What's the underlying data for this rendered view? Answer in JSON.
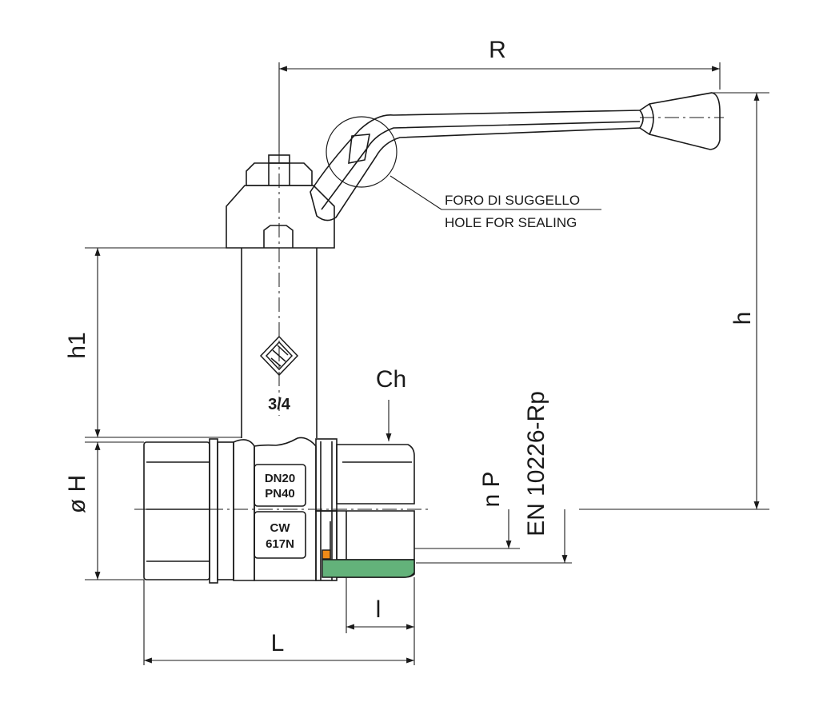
{
  "dimensions": {
    "R": "R",
    "h": "h",
    "h1": "h1",
    "H": "ø H",
    "Ch": "Ch",
    "nP": "n P",
    "standard": "EN 10226-Rp",
    "l": "l",
    "L": "L"
  },
  "callout": {
    "line1": "FORO DI SUGGELLO",
    "line2": "HOLE FOR SEALING"
  },
  "body_markings": {
    "size": "3/4",
    "dn": "DN20",
    "pn": "PN40",
    "mat1": "CW",
    "mat2": "617N"
  },
  "icons": [
    "manufacturer-logo-icon"
  ],
  "colors": {
    "thread_engagement": "#63b27a",
    "seal_ring": "#ef8a17",
    "linework": "#1a1a1a"
  }
}
